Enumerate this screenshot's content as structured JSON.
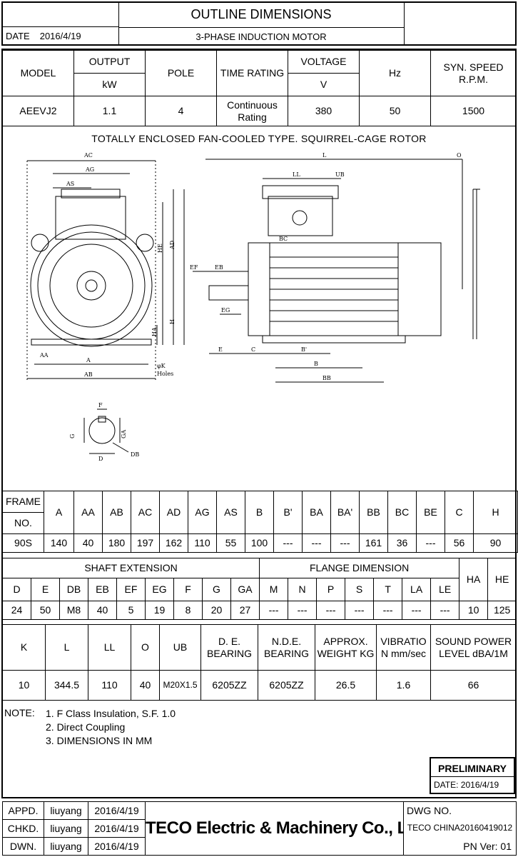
{
  "header": {
    "title": "OUTLINE DIMENSIONS",
    "date_label": "DATE",
    "date": "2016/4/19",
    "subtitle": "3-PHASE INDUCTION MOTOR"
  },
  "ratings": {
    "headers": {
      "model": "MODEL",
      "output": "OUTPUT",
      "output_unit": "kW",
      "pole": "POLE",
      "time_rating": "TIME RATING",
      "voltage": "VOLTAGE",
      "voltage_unit": "V",
      "hz": "Hz",
      "syn_speed": "SYN. SPEED R.P.M."
    },
    "values": {
      "model": "AEEVJ2",
      "output": "1.1",
      "pole": "4",
      "time_rating": "Continuous Rating",
      "voltage": "380",
      "hz": "50",
      "syn_speed": "1500"
    }
  },
  "drawing": {
    "title": "TOTALLY ENCLOSED FAN-COOLED TYPE. SQUIRREL-CAGE ROTOR",
    "labels": {
      "ac": "AC",
      "ag": "AG",
      "as": "AS",
      "he": "HE",
      "ad": "AD",
      "h": "H",
      "ha": "HA",
      "aa": "AA",
      "a": "A",
      "ab": "AB",
      "k": "φK",
      "holes": "Holes",
      "l": "L",
      "o": "O",
      "ll": "LL",
      "ub": "UB",
      "bc": "BC",
      "ef": "EF",
      "eb": "EB",
      "eg": "EG",
      "e": "E",
      "c": "C",
      "bp": "B'",
      "b": "B",
      "bb": "BB",
      "f": "F",
      "g": "G",
      "ga": "GA",
      "d": "D",
      "db": "DB"
    }
  },
  "frame_table": {
    "headers": [
      "A",
      "AA",
      "AB",
      "AC",
      "AD",
      "AG",
      "AS",
      "B",
      "B'",
      "BA",
      "BA'",
      "BB",
      "BC",
      "BE",
      "C",
      "H"
    ],
    "frame_label_1": "FRAME",
    "frame_label_2": "NO.",
    "frame": "90S",
    "values": [
      "140",
      "40",
      "180",
      "197",
      "162",
      "110",
      "55",
      "100",
      "---",
      "---",
      "---",
      "161",
      "36",
      "---",
      "56",
      "90"
    ]
  },
  "shaft_table": {
    "group_shaft": "SHAFT  EXTENSION",
    "group_flange": "FLANGE DIMENSION",
    "headers": [
      "D",
      "E",
      "DB",
      "EB",
      "EF",
      "EG",
      "F",
      "G",
      "GA",
      "M",
      "N",
      "P",
      "S",
      "T",
      "LA",
      "LE",
      "HA",
      "HE"
    ],
    "values": [
      "24",
      "50",
      "M8",
      "40",
      "5",
      "19",
      "8",
      "20",
      "27",
      "---",
      "---",
      "---",
      "---",
      "---",
      "---",
      "---",
      "10",
      "125"
    ]
  },
  "misc_table": {
    "headers": [
      "K",
      "L",
      "LL",
      "O",
      "UB",
      "D. E. BEARING",
      "N.D.E. BEARING",
      "APPROX. WEIGHT KG",
      "VIBRATIO N mm/sec",
      "SOUND POWER LEVEL dBA/1M"
    ],
    "values": [
      "10",
      "344.5",
      "110",
      "40",
      "M20X1.5",
      "6205ZZ",
      "6205ZZ",
      "26.5",
      "1.6",
      "66"
    ]
  },
  "notes": {
    "label": "NOTE:",
    "items": [
      "1. F Class Insulation, S.F. 1.0",
      "2. Direct Coupling",
      "3. DIMENSIONS IN MM"
    ]
  },
  "preliminary": {
    "label": "PRELIMINARY",
    "date_label": "DATE:",
    "date": "2016/4/19"
  },
  "title_block": {
    "rows": [
      {
        "role": "APPD.",
        "name": "liuyang",
        "date": "2016/4/19"
      },
      {
        "role": "CHKD.",
        "name": "liuyang",
        "date": "2016/4/19"
      },
      {
        "role": "DWN.",
        "name": "liuyang",
        "date": "2016/4/19"
      }
    ],
    "company": "TECO Electric & Machinery Co., Ltd.",
    "dwg_label": "DWG NO.",
    "dwg_no": "TECO CHINA20160419012",
    "pn_ver": "PN Ver: 01"
  }
}
